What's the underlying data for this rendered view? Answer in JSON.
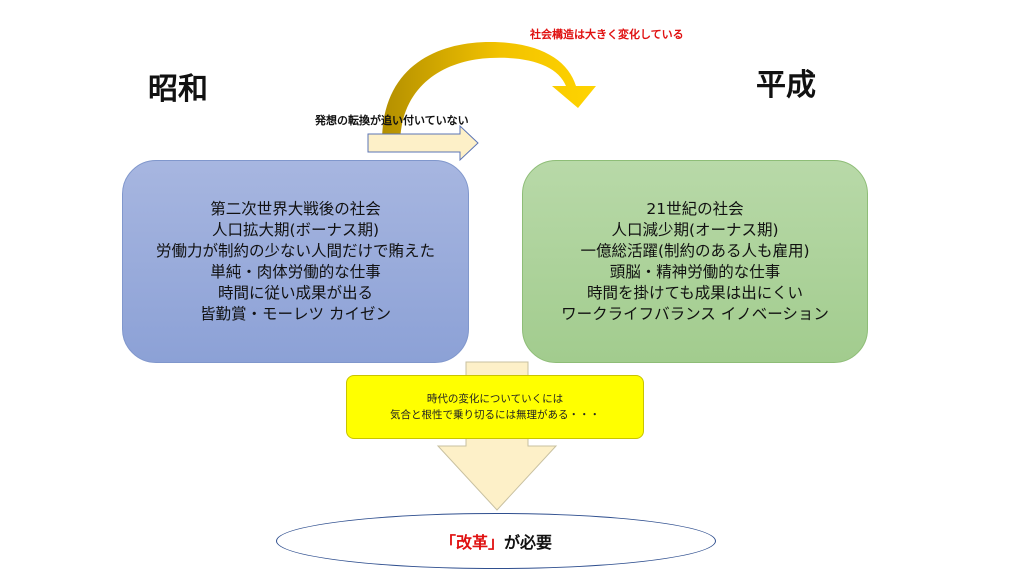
{
  "eras": {
    "left": "昭和",
    "right": "平成"
  },
  "labels": {
    "change": "社会構造は大きく変化している",
    "lag": "発想の転換が追い付いていない"
  },
  "showa": {
    "lines": [
      "第二次世界大戦後の社会",
      "人口拡大期(ボーナス期)",
      "労働力が制約の少ない人間だけで賄えた",
      "単純・肉体労働的な仕事",
      "時間に従い成果が出る",
      "皆勤賞・モーレツ カイゼン"
    ]
  },
  "heisei": {
    "lines": [
      "21世紀の社会",
      "人口減少期(オーナス期)",
      "一億総活躍(制約のある人も雇用)",
      "頭脳・精神労働的な仕事",
      "時間を掛けても成果は出にくい",
      "ワークライフバランス イノベーション"
    ]
  },
  "transition": {
    "lines": [
      "時代の変化についていくには",
      "気合と根性で乗り切るには無理がある・・・"
    ]
  },
  "conclusion": {
    "highlight": "「改革」",
    "rest": "が必要"
  },
  "colors": {
    "showa_box": "#8ca1d6",
    "heisei_box": "#a2cc8e",
    "yellow_box": "#ffff00",
    "arrow_fill": "#fdf0c8",
    "curve_arrow": "#e0b000",
    "accent_red": "#e01010"
  }
}
